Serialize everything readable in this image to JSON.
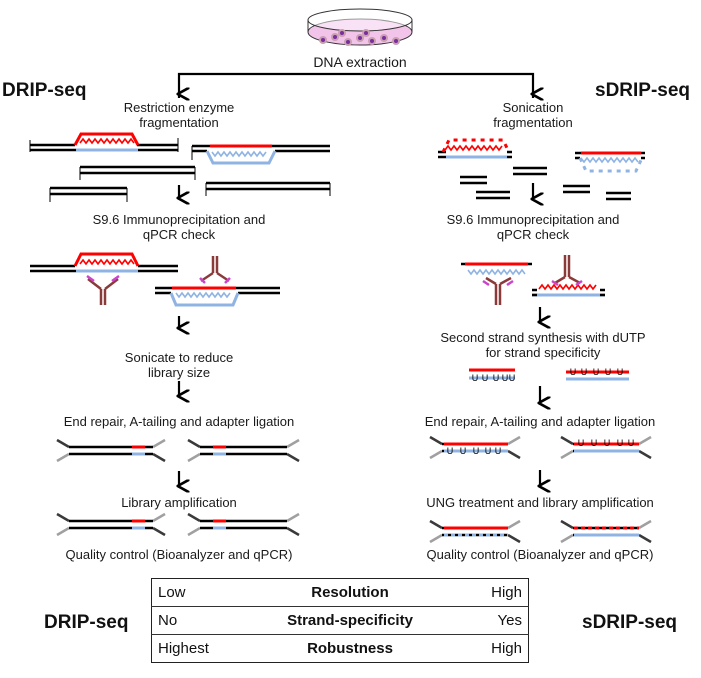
{
  "figure": {
    "top_step": "DNA extraction",
    "left": {
      "title": "DRIP-seq",
      "steps": [
        "Restriction enzyme\nfragmentation",
        "S9.6 Immunoprecipitation and\nqPCR check",
        "Sonicate to reduce\nlibrary size",
        "End repair, A-tailing and adapter ligation",
        "Library amplification",
        "Quality control (Bioanalyzer and qPCR)"
      ]
    },
    "right": {
      "title": "sDRIP-seq",
      "steps": [
        "Sonication\nfragmentation",
        "S9.6 Immunoprecipitation and\nqPCR check",
        "Second strand synthesis with dUTP\nfor strand specificity",
        "End repair, A-tailing and adapter ligation",
        "UNG treatment and library amplification",
        "Quality control (Bioanalyzer and qPCR)"
      ],
      "uracil_mark": "U"
    },
    "colors": {
      "dna": "#000000",
      "rna": "#ff0000",
      "template_strand": "#8fb4e3",
      "antibody": "#8b3a3a",
      "antibody_tip": "#cc44cc",
      "adapter_dark": "#3a3a3a",
      "adapter_light": "#a0a0a0",
      "dish_fill": "#f2c4ea",
      "cell": "#7a2e9e"
    }
  },
  "comparison": {
    "left_label": "DRIP-seq",
    "right_label": "sDRIP-seq",
    "rows": [
      {
        "left": "Low",
        "feature": "Resolution",
        "right": "High"
      },
      {
        "left": "No",
        "feature": "Strand-specificity",
        "right": "Yes"
      },
      {
        "left": "Highest",
        "feature": "Robustness",
        "right": "High"
      }
    ]
  }
}
